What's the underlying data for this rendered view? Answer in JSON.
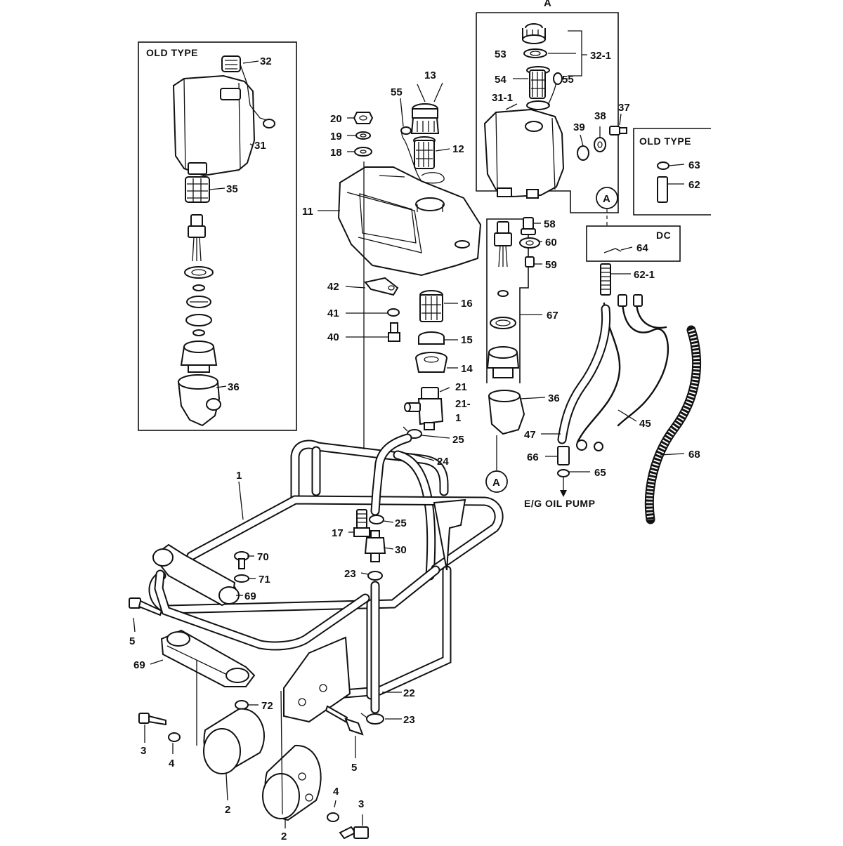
{
  "boxes": {
    "old_type_left": "OLD TYPE",
    "old_type_right": "OLD TYPE",
    "dc": "DC",
    "section_a": "A"
  },
  "destination_label": "E/G OIL PUMP",
  "ref_marker": "A",
  "callouts": [
    {
      "id": "c-32",
      "text": "32"
    },
    {
      "id": "c-31",
      "text": "31"
    },
    {
      "id": "c-35",
      "text": "35"
    },
    {
      "id": "c-36a",
      "text": "36"
    },
    {
      "id": "c-13",
      "text": "13"
    },
    {
      "id": "c-55a",
      "text": "55"
    },
    {
      "id": "c-12",
      "text": "12"
    },
    {
      "id": "c-20",
      "text": "20"
    },
    {
      "id": "c-19",
      "text": "19"
    },
    {
      "id": "c-18",
      "text": "18"
    },
    {
      "id": "c-11",
      "text": "11"
    },
    {
      "id": "c-42",
      "text": "42"
    },
    {
      "id": "c-41",
      "text": "41"
    },
    {
      "id": "c-40",
      "text": "40"
    },
    {
      "id": "c-16",
      "text": "16"
    },
    {
      "id": "c-15",
      "text": "15"
    },
    {
      "id": "c-14",
      "text": "14"
    },
    {
      "id": "c-21",
      "text": "21"
    },
    {
      "id": "c-21-1a",
      "text": "21-"
    },
    {
      "id": "c-21-1b",
      "text": "1"
    },
    {
      "id": "c-25a",
      "text": "25"
    },
    {
      "id": "c-24",
      "text": "24"
    },
    {
      "id": "c-25b",
      "text": "25"
    },
    {
      "id": "c-17",
      "text": "17"
    },
    {
      "id": "c-30",
      "text": "30"
    },
    {
      "id": "c-23a",
      "text": "23"
    },
    {
      "id": "c-22",
      "text": "22"
    },
    {
      "id": "c-23b",
      "text": "23"
    },
    {
      "id": "c-53",
      "text": "53"
    },
    {
      "id": "c-32-1",
      "text": "32-1"
    },
    {
      "id": "c-54",
      "text": "54"
    },
    {
      "id": "c-55b",
      "text": "55"
    },
    {
      "id": "c-31-1",
      "text": "31-1"
    },
    {
      "id": "c-37",
      "text": "37"
    },
    {
      "id": "c-38",
      "text": "38"
    },
    {
      "id": "c-39",
      "text": "39"
    },
    {
      "id": "c-63",
      "text": "63"
    },
    {
      "id": "c-62",
      "text": "62"
    },
    {
      "id": "c-58",
      "text": "58"
    },
    {
      "id": "c-60",
      "text": "60"
    },
    {
      "id": "c-59",
      "text": "59"
    },
    {
      "id": "c-64",
      "text": "64"
    },
    {
      "id": "c-62-1",
      "text": "62-1"
    },
    {
      "id": "c-67",
      "text": "67"
    },
    {
      "id": "c-36b",
      "text": "36"
    },
    {
      "id": "c-47",
      "text": "47"
    },
    {
      "id": "c-45",
      "text": "45"
    },
    {
      "id": "c-66",
      "text": "66"
    },
    {
      "id": "c-65",
      "text": "65"
    },
    {
      "id": "c-68",
      "text": "68"
    },
    {
      "id": "c-1",
      "text": "1"
    },
    {
      "id": "c-70",
      "text": "70"
    },
    {
      "id": "c-71",
      "text": "71"
    },
    {
      "id": "c-69a",
      "text": "69"
    },
    {
      "id": "c-5a",
      "text": "5"
    },
    {
      "id": "c-69b",
      "text": "69"
    },
    {
      "id": "c-72",
      "text": "72"
    },
    {
      "id": "c-3a",
      "text": "3"
    },
    {
      "id": "c-4a",
      "text": "4"
    },
    {
      "id": "c-2a",
      "text": "2"
    },
    {
      "id": "c-2b",
      "text": "2"
    },
    {
      "id": "c-5b",
      "text": "5"
    },
    {
      "id": "c-4b",
      "text": "4"
    },
    {
      "id": "c-3b",
      "text": "3"
    }
  ]
}
